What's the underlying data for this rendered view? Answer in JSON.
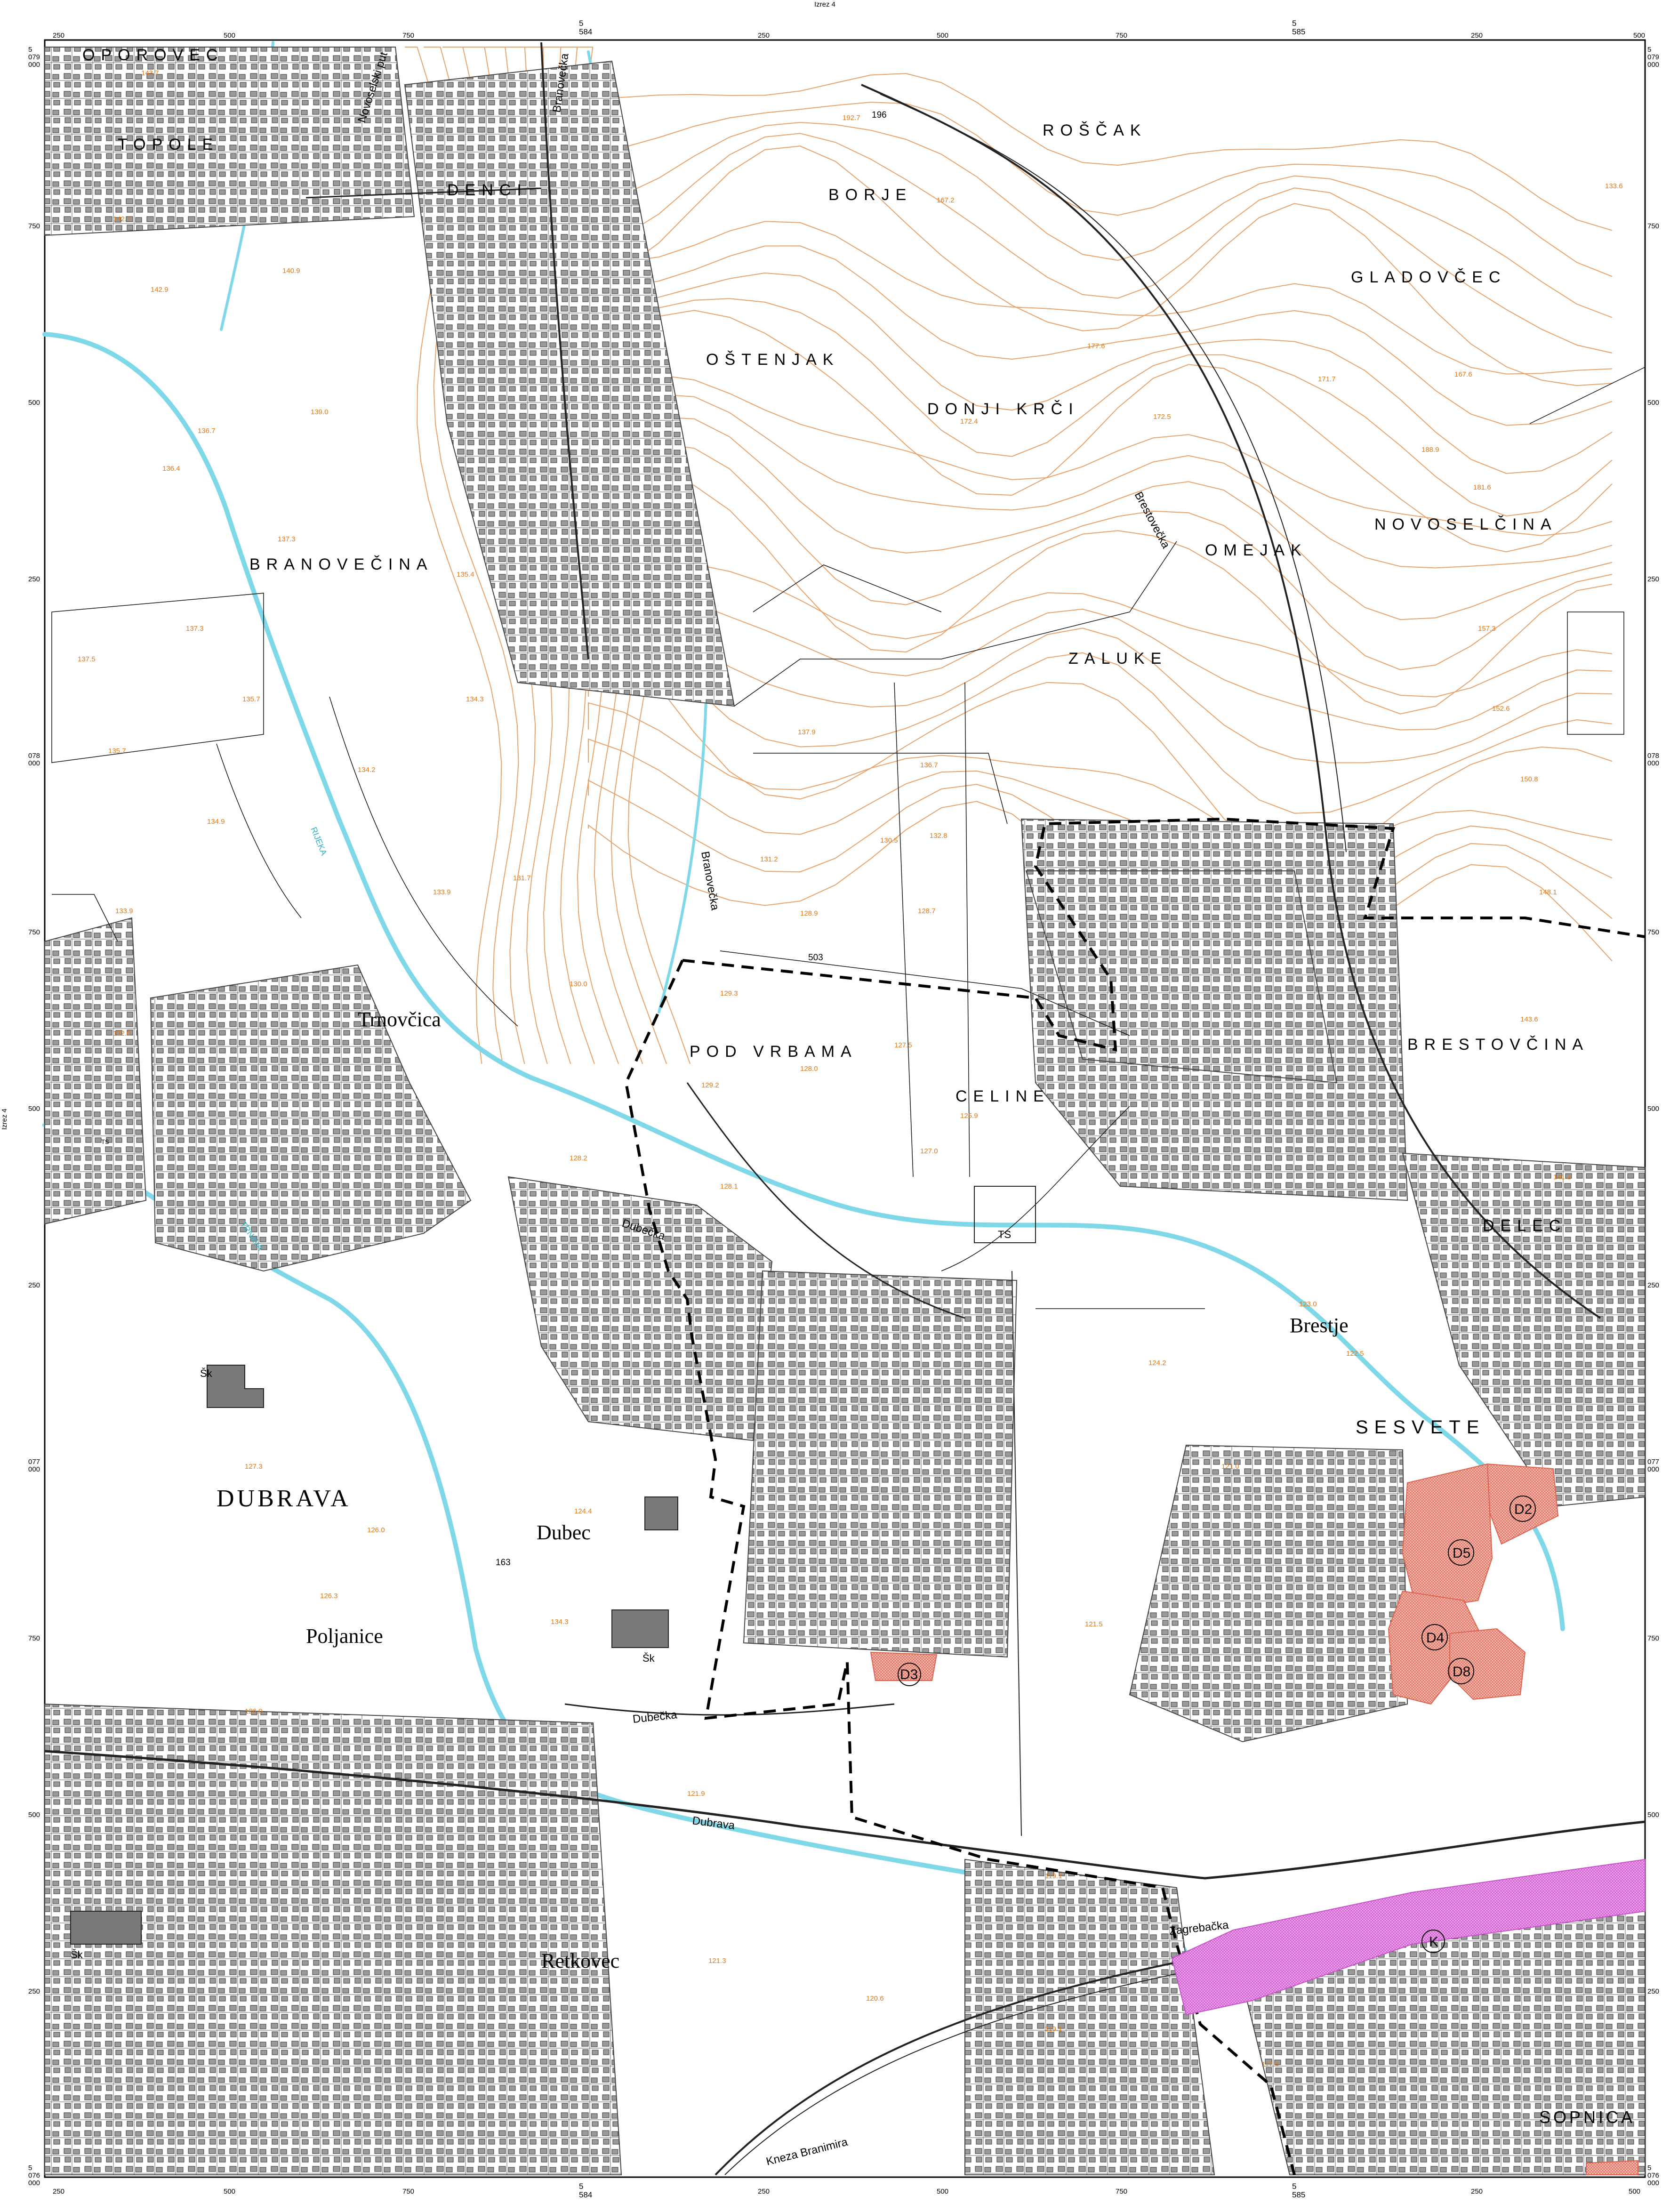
{
  "map": {
    "top_caption": "Izrez 4",
    "left_caption": "Izrez 4",
    "coords_top": [
      "250",
      "500",
      "750",
      "5\n584",
      "250",
      "500",
      "750",
      "5\n585",
      "250",
      "500"
    ],
    "coords_left": [
      {
        "major": "5\n079\n000"
      },
      {
        "major": "750"
      },
      {
        "major": "500"
      },
      {
        "major": "250"
      },
      {
        "major": "078\n000"
      },
      {
        "major": "750"
      },
      {
        "major": "500"
      },
      {
        "major": "250"
      },
      {
        "major": "077\n000"
      },
      {
        "major": "750"
      },
      {
        "major": "500"
      },
      {
        "major": "250"
      },
      {
        "major": "5\n076\n000"
      }
    ],
    "place_names": [
      {
        "id": "oporovec",
        "text": "OPOROVEC"
      },
      {
        "id": "topole",
        "text": "TOPOLE"
      },
      {
        "id": "denci",
        "text": "DENCI"
      },
      {
        "id": "borje",
        "text": "BORJE"
      },
      {
        "id": "roscak",
        "text": "ROŠČAK"
      },
      {
        "id": "gladovcec",
        "text": "GLADOVČEC"
      },
      {
        "id": "ostenjak",
        "text": "OŠTENJAK"
      },
      {
        "id": "donji-krci",
        "text": "DONJI KRČI"
      },
      {
        "id": "novoselcina",
        "text": "NOVOSELČINA"
      },
      {
        "id": "omejak",
        "text": "OMEJAK"
      },
      {
        "id": "branovecina",
        "text": "BRANOVEČINA"
      },
      {
        "id": "zaluke",
        "text": "ZALUKE"
      },
      {
        "id": "pod-vrbama",
        "text": "POD VRBAMA"
      },
      {
        "id": "celine",
        "text": "CELINE"
      },
      {
        "id": "brestovcina",
        "text": "BRESTOVČINA"
      },
      {
        "id": "delec",
        "text": "DELEC"
      },
      {
        "id": "sesvete",
        "text": "SESVETE"
      },
      {
        "id": "sopnica",
        "text": "SOPNICA"
      }
    ],
    "towns": [
      {
        "id": "trnovcica",
        "text": "Trnovčica"
      },
      {
        "id": "dubrava",
        "text": "DUBRAVA"
      },
      {
        "id": "dubec",
        "text": "Dubec"
      },
      {
        "id": "poljanice",
        "text": "Poljanice"
      },
      {
        "id": "retkovec",
        "text": "Retkovec"
      },
      {
        "id": "brestje",
        "text": "Brestje"
      }
    ],
    "streets": [
      {
        "id": "novoselski-put",
        "text": "Novoselski put"
      },
      {
        "id": "branovecka-1",
        "text": "Branovečka"
      },
      {
        "id": "branovecka-2",
        "text": "Branovečka"
      },
      {
        "id": "brestovecka",
        "text": "Brestovečka"
      },
      {
        "id": "dubecka-1",
        "text": "Dubečka"
      },
      {
        "id": "dubecka-2",
        "text": "Dubečka"
      },
      {
        "id": "dubrava",
        "text": "Dubrava"
      },
      {
        "id": "zagrebacka",
        "text": "Zagrebačka"
      },
      {
        "id": "kneza-branimira",
        "text": "Kneza Branimira"
      }
    ],
    "rivers": [
      {
        "id": "rijeka",
        "text": "RIJEKA"
      },
      {
        "id": "trnava",
        "text": "TRNAVA"
      }
    ],
    "elevations": [
      "143.7",
      "192.7",
      "142.1",
      "167.2",
      "140.9",
      "142.9",
      "177.6",
      "171.7",
      "167.6",
      "139.0",
      "172.4",
      "172.5",
      "188.9",
      "136.7",
      "181.6",
      "136.4",
      "137.3",
      "135.4",
      "157.3",
      "137.3",
      "137.5",
      "135.7",
      "134.3",
      "137.9",
      "135.7",
      "152.6",
      "134.2",
      "136.7",
      "150.8",
      "134.9",
      "131.2",
      "130.5",
      "132.8",
      "148.1",
      "131.7",
      "133.9",
      "128.9",
      "128.7",
      "133.9",
      "143.6",
      "129.3",
      "130.0",
      "127.5",
      "132.0",
      "128.0",
      "129.2",
      "125.9",
      "128.2",
      "127.0",
      "141.2",
      "128.1",
      "123.0",
      "122.5",
      "124.2",
      "127.3",
      "124.4",
      "121.0",
      "126.0",
      "121.5",
      "126.3",
      "134.3",
      "119.1",
      "126.0",
      "121.9",
      "121.3",
      "120.6",
      "119.1",
      "117.4",
      "133.6"
    ],
    "point_labels": [
      {
        "id": "pt-196",
        "text": "196"
      },
      {
        "id": "pt-503",
        "text": "503"
      },
      {
        "id": "pt-163",
        "text": "163"
      },
      {
        "id": "ts-1",
        "text": "TS"
      },
      {
        "id": "ts-2",
        "text": "TS"
      },
      {
        "id": "sk-1",
        "text": "Šk"
      },
      {
        "id": "sk-2",
        "text": "Šk"
      },
      {
        "id": "sk-3",
        "text": "Šk"
      }
    ],
    "zones": [
      {
        "id": "D2",
        "text": "D2"
      },
      {
        "id": "D3",
        "text": "D3"
      },
      {
        "id": "D4",
        "text": "D4"
      },
      {
        "id": "D5",
        "text": "D5"
      },
      {
        "id": "D8",
        "text": "D8"
      },
      {
        "id": "K",
        "text": "K"
      }
    ],
    "colors": {
      "contour": "#e8a26a",
      "water": "#7fd8e8",
      "zone_d": "#f4a79a",
      "zone_k": "#e88ee8",
      "boundary": "#000000"
    }
  }
}
